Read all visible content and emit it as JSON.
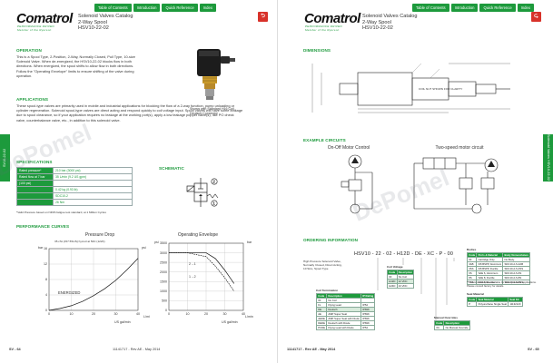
{
  "nav": [
    "Table of Contents",
    "Introduction",
    "Quick Reference",
    "Index"
  ],
  "brand": {
    "logo": "Comatrol",
    "tagline": "PERFORMANCE DRIVEN",
    "member": "Member of the Ryerson"
  },
  "left": {
    "title": [
      "Solenoid Valves Catalog",
      "2-Way Spool",
      "HSV10-22-02"
    ],
    "operation_head": "OPERATION",
    "operation_text": "This is a Spool Type, 2-Position, 2-Way, Normally Closed, Pull Type, 10-size Solenoid Valve. When de-energized, the HSV10-22-02 blocks flow in both directions. When energized, the spool shifts to allow flow in both directions. Follow the \"Operating Envelope\" limits to ensure shifting of the valve during operation.",
    "applications_head": "APPLICATIONS",
    "applications_text": "These spool-type valves are primarily used in mobile and industrial applications for blocking the flow of a 2-way function, pump unloading or cylinder regeneration. Solenoid spool-type valves are direct acting and respond quickly to coil voltage input. Spool valves will have some leakage due to spool clearance, so if your application requires no leakage at the working port(s), apply a low leakage poppet valve(s), like PO check valve, counterbalance valve, etc., in addition to this solenoid valve.",
    "image_caption": [
      "Shown with Standard H16 Coil,",
      "Deutsch Connector"
    ],
    "specifications_head": "SPECIFICATIONS",
    "schematic_head": "SCHEMATIC",
    "specs": [
      {
        "k": "Rated pressure*",
        "v": "210 bar (3000 psi)"
      },
      {
        "k": "Rated flow at 7 bar",
        "v": "35 L/min (9.2 US gpm)"
      },
      {
        "k": "(100 psi)",
        "v": ""
      },
      {
        "k": "",
        "v": "0.42 kg (0.93 lb)"
      },
      {
        "k": "",
        "v": "SDC10-2"
      },
      {
        "k": "",
        "v": "26 Nm"
      }
    ],
    "spec_footnote": "*Valid Pressure based on NFPA fatigue test standard, at 1 Million Cycles",
    "schematic_ports": [
      "2",
      "1"
    ],
    "perf_head": "PERFORMANCE CURVES",
    "pd_title": "Pressure Drop",
    "pd_subtitle": "35 cSt (157.5SUS) hyd.oil at 50C (122F)",
    "pd_ylabel_left": "bar",
    "pd_ylabel_right": "psi",
    "pd_xlabel": "L/min",
    "pd_xlabel2": "US gal/min",
    "pd_label": "ENERGIZED",
    "oe_title": "Operating Envelope",
    "oe_ylabel_left": "psi",
    "oe_ylabel_right": "bar",
    "oe_xlabel": "L/min",
    "oe_xlabel2": "US gal/min",
    "oe_curve_labels": [
      "2→1",
      "1→2"
    ],
    "page_number": "SV - 64",
    "footer": "11141717 - Rev AE - May 2014",
    "side_tab": "SV10-22-02"
  },
  "right": {
    "title": [
      "Solenoid Valves Catalog",
      "2-Way Spool",
      "HSV10-22-02"
    ],
    "dimensions_head": "DIMENSIONS",
    "dim_note": "COIL NUT SHOWN FOR CLARITY",
    "examples_head": "EXAMPLE CIRCUITS",
    "ex1_title": "On-Off Motor Control",
    "ex2_title": "Two-speed motor circuit",
    "ordering_head": "ORDERING INFORMATION",
    "order_code": "HSV10 - 22 - 02 - H12D - DE - XC - P - 00",
    "order_desc": [
      "High Pressure Solenoid Valve,",
      "Normally Closed, Direct Acting,",
      "10 Size, Spool Type"
    ],
    "coil_voltage": {
      "head": [
        "Code",
        "Description"
      ],
      "rows": [
        [
          "00",
          "No Coil"
        ],
        [
          "H12D",
          "12 VDC"
        ],
        [
          "H24D",
          "24 VDC"
        ]
      ],
      "title": "Coil Voltage"
    },
    "coil_term": {
      "title": "Coil Termination",
      "head": [
        "Code",
        "Description",
        "IP Rating"
      ],
      "rows": [
        [
          "00",
          "No Coil",
          ""
        ],
        [
          "FL",
          "Flying Lead",
          "IP54"
        ],
        [
          "DE",
          "Deutsch",
          "IP69K"
        ],
        [
          "AE",
          "AMP Super Seal",
          "IP69K"
        ],
        [
          "AEDE",
          "AMP Super Seal with Diode",
          "IP69K"
        ],
        [
          "DEDE",
          "Deutsch with Diode",
          "IP69K"
        ],
        [
          "PCDE",
          "Flying Lead with Diode",
          "IP54"
        ]
      ]
    },
    "seal_material": {
      "title": "Seal Material",
      "head": [
        "Code",
        "Seal Material",
        "Seal Kit"
      ],
      "rows": [
        [
          "P",
          "Polyurethane Single Seal",
          "11132120"
        ]
      ]
    },
    "manual_override": {
      "title": "Manual Overrides",
      "head": [
        "Code",
        "Description"
      ],
      "rows": [
        [
          "XC",
          "No Manual Override"
        ]
      ]
    },
    "body": {
      "title": "Bodies",
      "head": [
        "Code",
        "Ports & Material",
        "Body Nomenclature"
      ],
      "rows": [
        [
          "00",
          "Cartridge Only",
          "No Body"
        ],
        [
          "3AB",
          "3/8 BSPP, Aluminum",
          "SDC10-2-S-3AB"
        ],
        [
          "3SS",
          "3/8 BSPP, Ductile",
          "SDC10-2-S-3SS"
        ],
        [
          "6S",
          "SAE 6, Aluminum",
          "SDC10-2-S-6S"
        ],
        [
          "8S",
          "SAE 8, Ductile",
          "SDC10-2-S-8S"
        ],
        [
          "8SS",
          "SAE 8, Ductile",
          "SDC10-2-S-8SS"
        ]
      ]
    },
    "body_note": "*** Aluminum bodies available for lower pressure applications. Please consult factory for details.",
    "page_number": "SV - 65",
    "footer": "11141717 - Rev AE - May 2014",
    "side_tab": "Solenoid Valves HSV10-22-02"
  },
  "watermark": "DePomel",
  "colors": {
    "brand_green": "#1d9a3c",
    "accent_red": "#d8322a"
  },
  "chart_data": [
    {
      "type": "line",
      "title": "Pressure Drop",
      "subtitle": "35 cSt (157.5SUS) hyd.oil at 50C (122F)",
      "xlabel": "L/min",
      "ylabel": "bar",
      "xlim": [
        0,
        40
      ],
      "ylim": [
        0,
        16
      ],
      "x_ticks": [
        0,
        10,
        20,
        30,
        40
      ],
      "y_ticks": [
        0,
        4,
        8,
        12,
        16
      ],
      "series": [
        {
          "name": "ENERGIZED",
          "x": [
            0,
            5,
            10,
            15,
            20,
            25,
            30,
            35,
            40
          ],
          "y": [
            0,
            0.5,
            1.2,
            2.3,
            3.8,
            5.6,
            7.8,
            10.5,
            13.5
          ]
        }
      ]
    },
    {
      "type": "line",
      "title": "Operating Envelope",
      "xlabel": "L/min",
      "ylabel": "psi",
      "xlim": [
        0,
        40
      ],
      "ylim": [
        0,
        3500
      ],
      "x_ticks": [
        0,
        10,
        20,
        30,
        40
      ],
      "y_ticks": [
        0,
        500,
        1000,
        1500,
        2000,
        2500,
        3000,
        3500
      ],
      "series": [
        {
          "name": "2→1",
          "x": [
            0,
            10,
            20,
            25,
            30,
            35
          ],
          "y": [
            3000,
            3000,
            3000,
            2700,
            2100,
            1400
          ]
        },
        {
          "name": "1→2",
          "x": [
            0,
            10,
            20,
            25,
            30,
            35
          ],
          "y": [
            3000,
            3000,
            2800,
            2300,
            1700,
            1000
          ]
        }
      ]
    }
  ]
}
